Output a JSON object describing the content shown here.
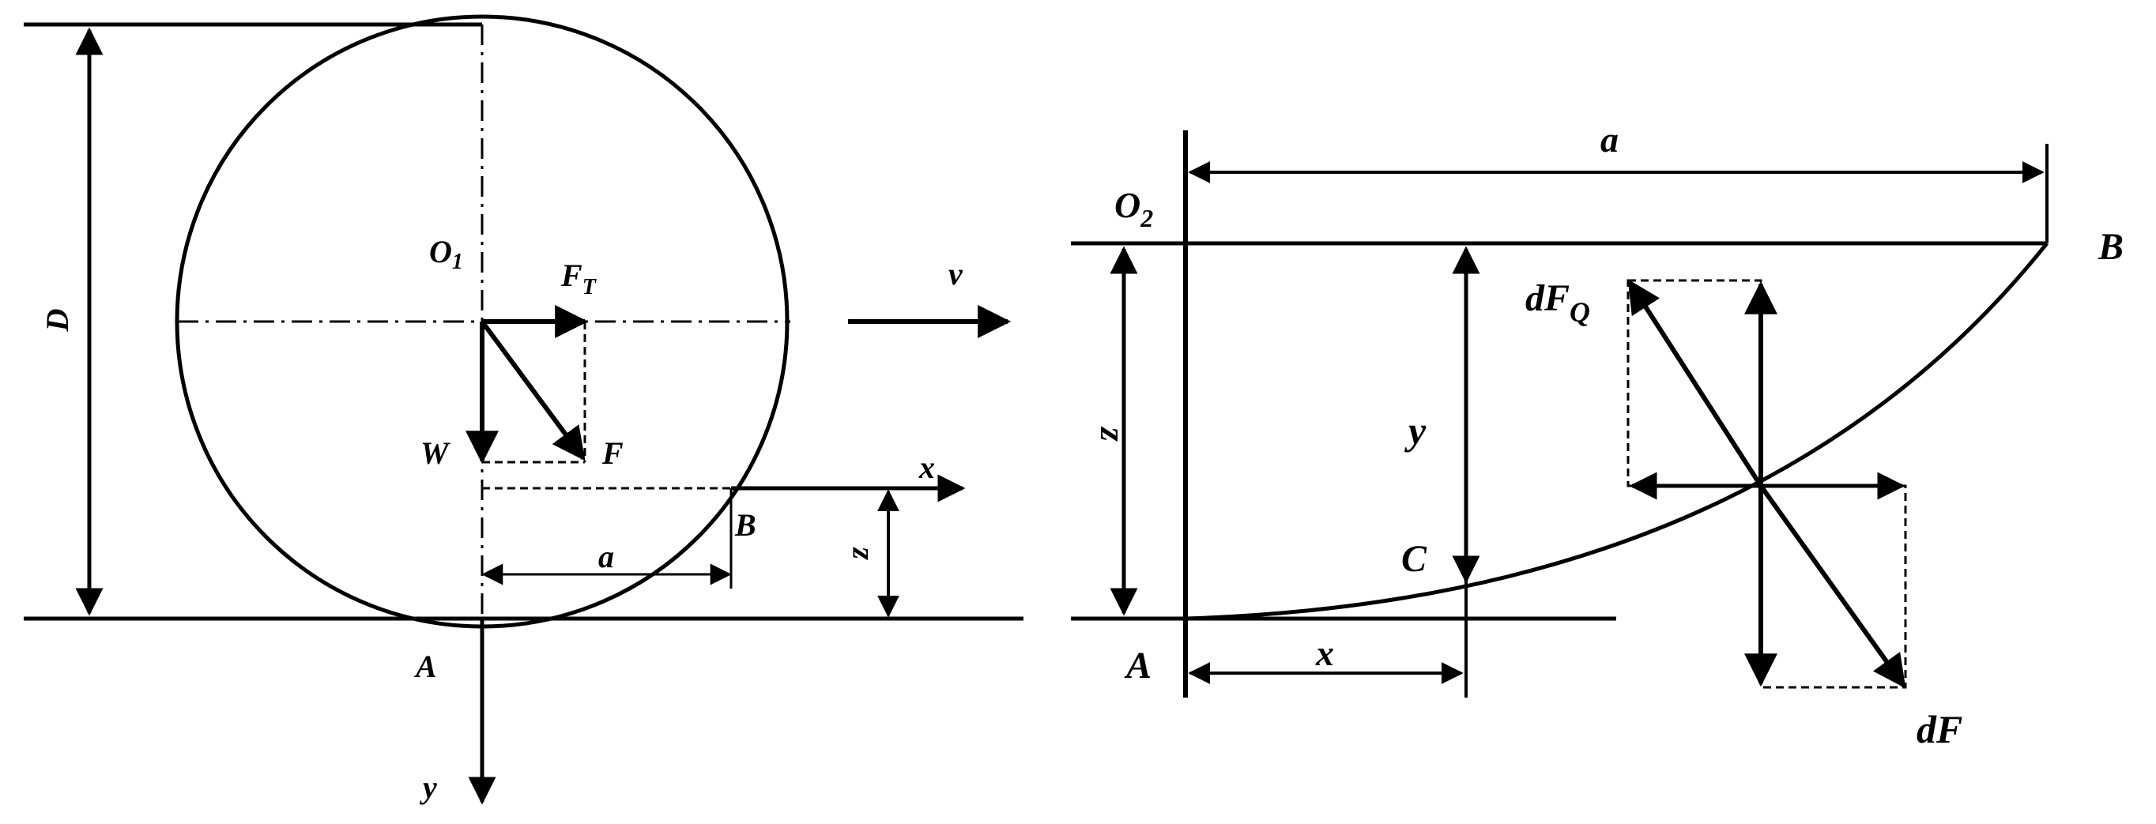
{
  "colors": {
    "ink": "#000000",
    "background": "#ffffff"
  },
  "left": {
    "D": "D",
    "O1": "O",
    "O1_sub": "1",
    "FT": "F",
    "FT_sub": "T",
    "W": "W",
    "F": "F",
    "v": "v",
    "x": "x",
    "B": "B",
    "a": "a",
    "z": "z",
    "A": "A",
    "y": "y"
  },
  "right": {
    "a": "a",
    "O2": "O",
    "O2_sub": "2",
    "B": "B",
    "dFQ": "dF",
    "dFQ_sub": "Q",
    "z": "z",
    "y": "y",
    "C": "C",
    "A": "A",
    "x": "x",
    "dF": "dF"
  }
}
